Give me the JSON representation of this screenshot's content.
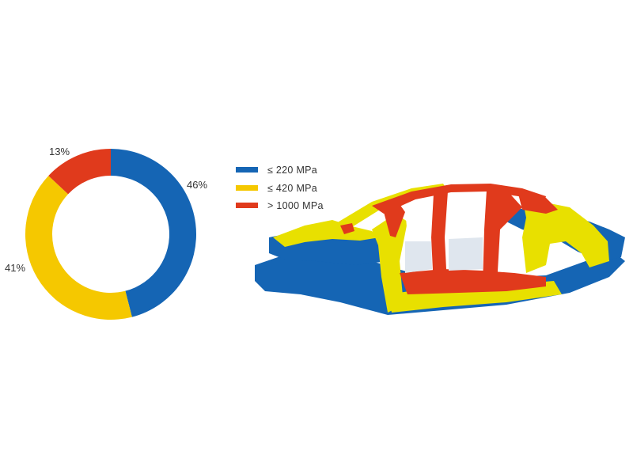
{
  "chart_data": {
    "type": "pie",
    "variant": "donut",
    "slices": [
      {
        "label": "≤ 220 MPa",
        "value": 46,
        "display": "46%",
        "color": "#1565b4"
      },
      {
        "label": "≤ 420 MPa",
        "value": 41,
        "display": "41%",
        "color": "#f5c800"
      },
      {
        "label": "> 1000 MPa",
        "value": 13,
        "display": "13%",
        "color": "#e03a1c"
      }
    ],
    "legend_position": "right"
  },
  "illustration": {
    "subject": "car-body-in-white",
    "colors": {
      "blue": "#1565b4",
      "yellow": "#e8e000",
      "red": "#e03a1c"
    }
  }
}
